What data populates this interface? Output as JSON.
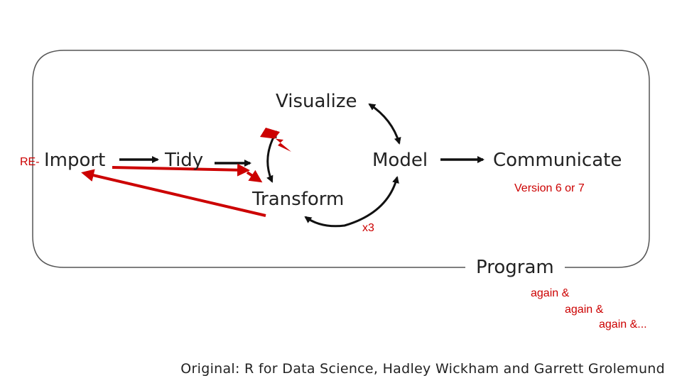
{
  "nodes": {
    "import": "Import",
    "tidy": "Tidy",
    "visualize": "Visualize",
    "transform": "Transform",
    "model": "Model",
    "communicate": "Communicate",
    "program": "Program"
  },
  "annotations": {
    "re_prefix": "RE-",
    "version": "Version 6 or 7",
    "times": "x3",
    "again_1": "again &",
    "again_2": "again &",
    "again_3": "again &..."
  },
  "credit": "Original: R for Data Science, Hadley Wickham and Garrett Grolemund",
  "colors": {
    "ink": "#222222",
    "annotation": "#cc0000",
    "frame": "#555555"
  }
}
